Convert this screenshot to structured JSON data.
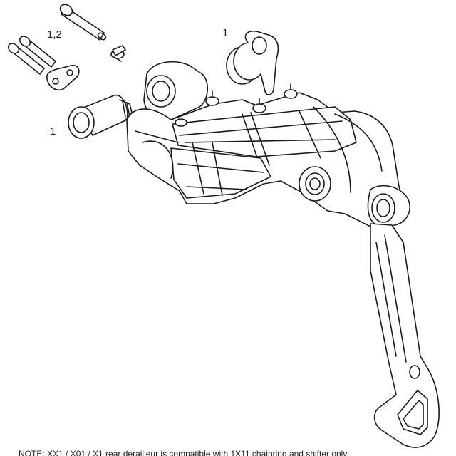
{
  "diagram": {
    "callouts": [
      {
        "id": "pin-set",
        "text": "1,2"
      },
      {
        "id": "upper-seal",
        "text": "1"
      },
      {
        "id": "bushing",
        "text": "1"
      }
    ],
    "note": "NOTE: XX1 / X01 / X1 rear derailleur is compatible with 1X11 chainring and shifter only."
  }
}
